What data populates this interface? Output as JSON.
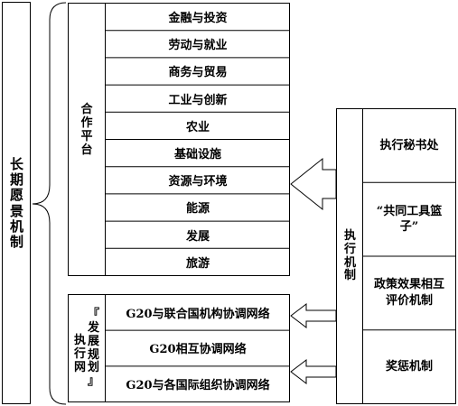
{
  "vision": {
    "label": "长期愿景机制"
  },
  "cooperation": {
    "label": "合作平台",
    "items": [
      {
        "label": "金融与投资"
      },
      {
        "label": "劳动与就业"
      },
      {
        "label": "商务与贸易"
      },
      {
        "label": "工业与创新"
      },
      {
        "label": "农业"
      },
      {
        "label": "基础设施"
      },
      {
        "label": "资源与环境"
      },
      {
        "label": "能源"
      },
      {
        "label": "发展"
      },
      {
        "label": "旅游"
      }
    ]
  },
  "network": {
    "label": "《发展规划》执行网",
    "col_left": "执行网",
    "col_right": "『发展规划』",
    "items": [
      {
        "label": "G20与联合国机构协调网络"
      },
      {
        "label": "G20相互协调网络"
      },
      {
        "label": "G20与各国际组织协调网络"
      }
    ]
  },
  "execution": {
    "label": "执行机制",
    "items": [
      {
        "label": "执行秘书处"
      },
      {
        "label": "“共同工具篮子”"
      },
      {
        "label": "政策效果相互评价机制"
      },
      {
        "label": "奖惩机制"
      }
    ]
  }
}
